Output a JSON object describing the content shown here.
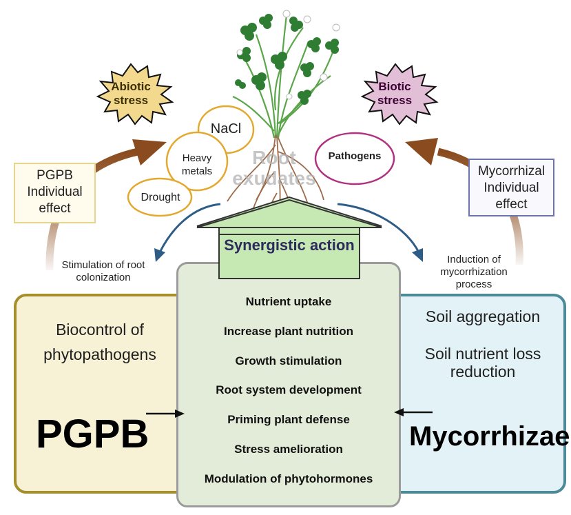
{
  "root_label": "Root exudates",
  "abiotic_stress": "Abiotic stress",
  "biotic_stress": "Biotic stress",
  "abiotic_factors": [
    "NaCl",
    "Heavy metals",
    "Drought"
  ],
  "biotic_factors": [
    "Pathogens"
  ],
  "pgpb_effect_box": "PGPB Individual effect",
  "myco_effect_box": "Mycorrhizal Individual effect",
  "synergistic_action": "Synergistic action",
  "left_arrow_note": "Stimulation of root colonization",
  "right_arrow_note": "Induction of mycorrhization process",
  "left_panel": {
    "text": "Biocontrol of phytopathogens",
    "title": "PGPB"
  },
  "right_panel": {
    "text1": "Soil aggregation",
    "text2": "Soil nutrient loss reduction",
    "title": "Mycorrhizae"
  },
  "benefits": [
    "Nutrient uptake",
    "Increase plant nutrition",
    "Growth stimulation",
    "Root system development",
    "Priming plant defense",
    "Stress amelioration",
    "Modulation of phytohormones"
  ],
  "colors": {
    "pgpb_panel": "#f7f2d6",
    "myco_panel": "#e3f2f6",
    "center_panel": "#e3ecd8",
    "synergy_arrow": "#c6e8b2",
    "abiotic_star": "#f3d98d",
    "biotic_star": "#e2bfd6",
    "brown_arrow": "#8a4b1e",
    "blue_arrow": "#2d5c86"
  }
}
